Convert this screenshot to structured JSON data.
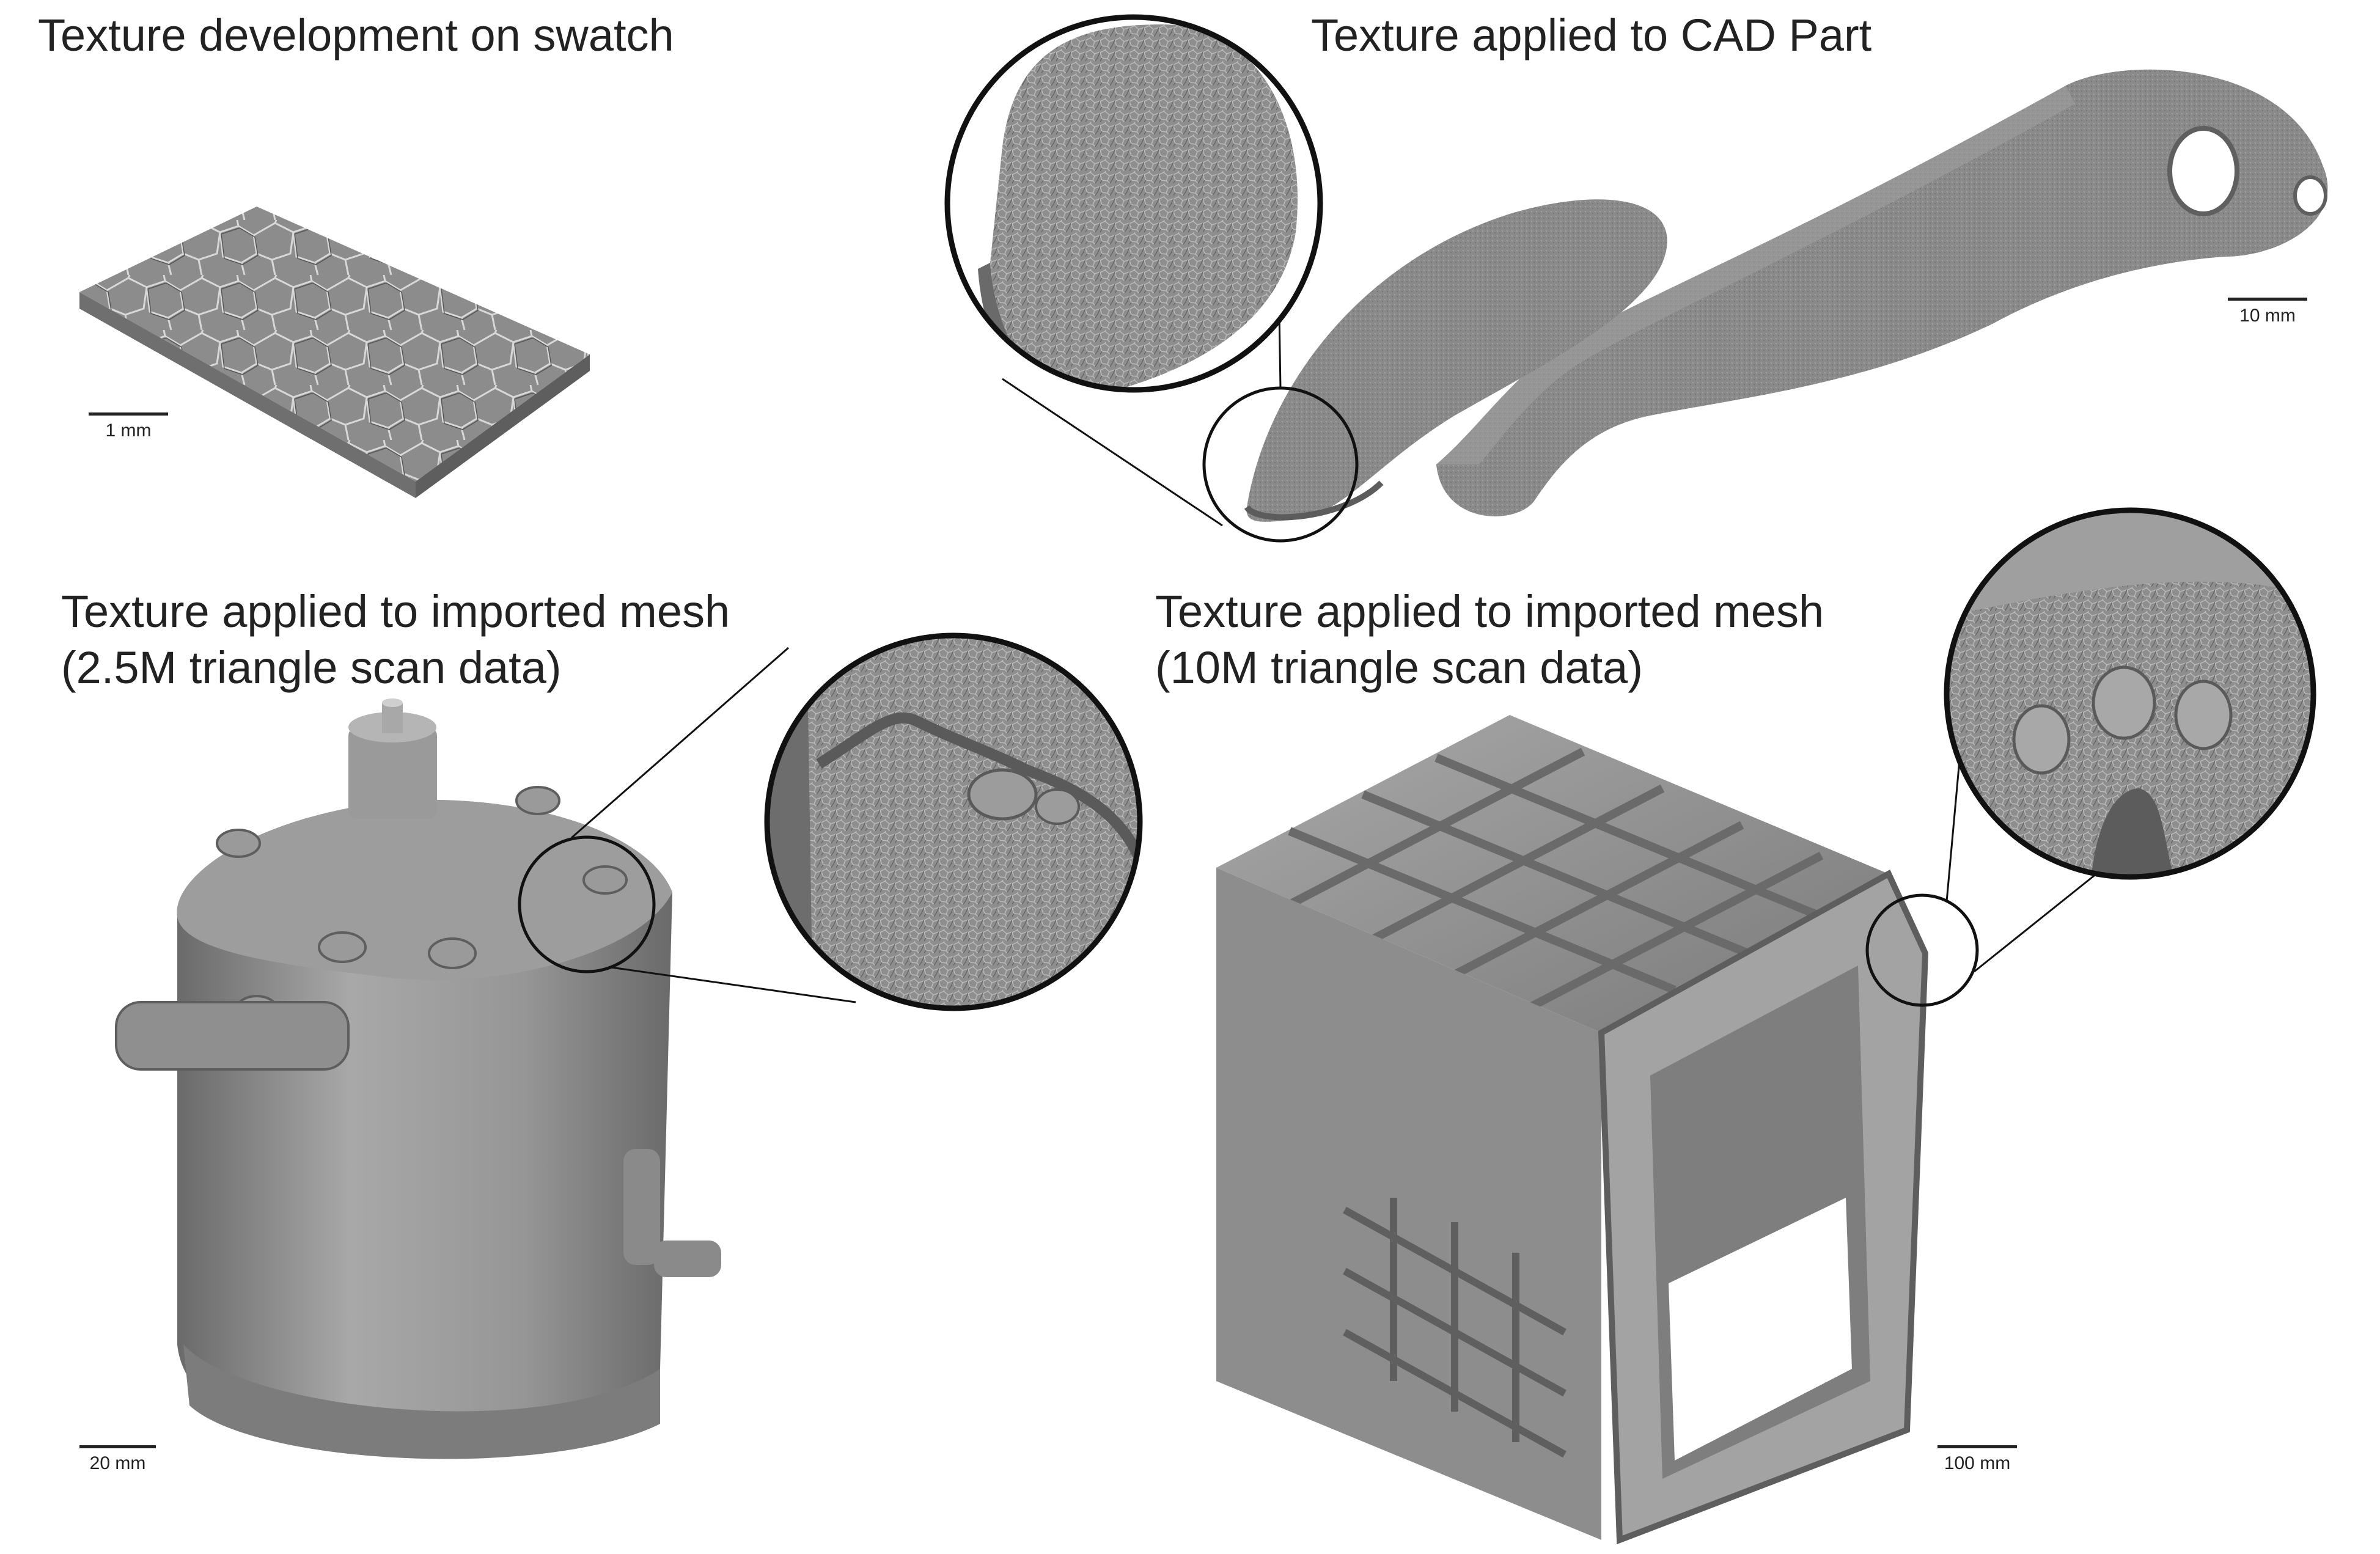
{
  "panels": {
    "swatch": {
      "title": "Texture development on swatch",
      "scale": "1 mm"
    },
    "cad_part": {
      "title": "Texture applied to CAD Part",
      "scale": "10 mm"
    },
    "mesh_small": {
      "title": "Texture applied to imported mesh\n(2.5M triangle scan data)",
      "scale": "20 mm"
    },
    "mesh_large": {
      "title": "Texture applied to imported mesh\n(10M triangle scan data)",
      "scale": "100 mm"
    }
  },
  "colors": {
    "background": "#ffffff",
    "surface": "#8f8f8f",
    "surface_light": "#b0b0b0",
    "surface_dark": "#6c6c6c",
    "ink": "#222222"
  }
}
